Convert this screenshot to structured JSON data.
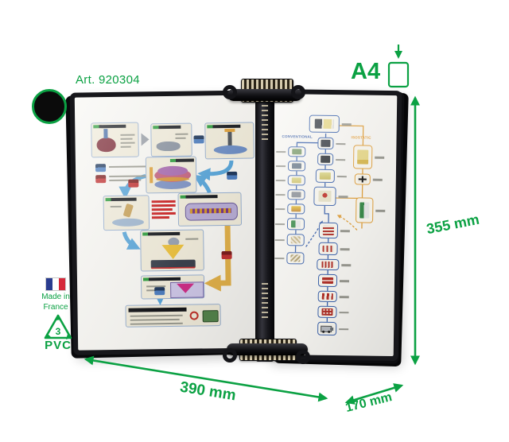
{
  "header": {
    "art_number": "Art. 920304"
  },
  "format": {
    "label": "A4"
  },
  "dimensions": {
    "height": "355 mm",
    "width": "390 mm",
    "depth": "170 mm"
  },
  "origin": {
    "line1": "Made in",
    "line2": "France"
  },
  "recycling": {
    "code": "3",
    "material": "PVC"
  },
  "colors": {
    "accent_green": "#0ba143",
    "swatch_black": "#0b0b0b",
    "flag_blue": "#2a3c8f",
    "flag_white": "#ffffff",
    "flag_red": "#d6283a",
    "frame_black": "#17171b",
    "poster_blue": "#3a62ad",
    "poster_orange": "#e2a13c"
  },
  "right_page": {
    "left_column_header": "CONVENTIONAL",
    "right_column_header": "ISOSTATIC"
  }
}
